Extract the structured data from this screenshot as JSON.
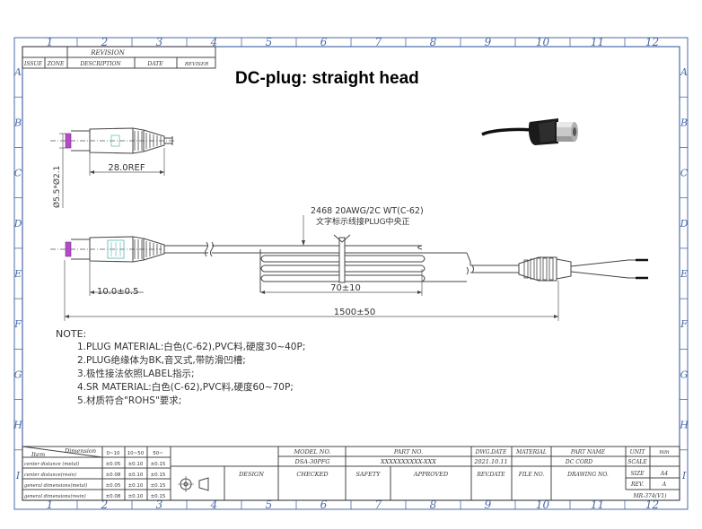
{
  "title": "DC-plug: straight head",
  "frame": {
    "cols": [
      "1",
      "2",
      "3",
      "4",
      "5",
      "6",
      "7",
      "8",
      "9",
      "10",
      "11",
      "12"
    ],
    "rows": [
      "A",
      "B",
      "C",
      "D",
      "E",
      "F",
      "G",
      "H",
      "I"
    ]
  },
  "revision": {
    "header": "REVISION",
    "cols": [
      "ISSUE",
      "ZONE",
      "DESCRIPTION",
      "DATE",
      "REVISER"
    ]
  },
  "dims": {
    "diameter": "Ø5.5*Ø2.1",
    "ref": "28.0REF",
    "d10": "10.0±0.5",
    "d70": "70±10",
    "d1500": "1500±50"
  },
  "cable": {
    "spec": "2468 20AWG/2C WT(C-62)",
    "note": "文字标示线接PLUG中央正"
  },
  "notes": {
    "heading": "NOTE:",
    "items": [
      "1.PLUG MATERIAL:白色(C-62),PVC料,硬度30~40P;",
      "2.PLUG绝缘体为BK,音叉式,带防滑凹槽;",
      "3.极性接法依照LABEL指示;",
      "4.SR MATERIAL:白色(C-62),PVC料,硬度60~70P;",
      "5.材质符合\"ROHS\"要求;"
    ]
  },
  "tolerance": {
    "item": "Item",
    "dimension": "Dimension",
    "ranges": [
      "0~10",
      "10~50",
      "50~"
    ],
    "rows": [
      {
        "label": "center distance (metal)",
        "vals": [
          "±0.05",
          "±0.10",
          "±0.15"
        ]
      },
      {
        "label": "center distance(resin)",
        "vals": [
          "±0.08",
          "±0.10",
          "±0.15"
        ]
      },
      {
        "label": "general dimensions(metal)",
        "vals": [
          "±0.05",
          "±0.10",
          "±0.15"
        ]
      },
      {
        "label": "general dimensions(resin)",
        "vals": [
          "±0.08",
          "±0.10",
          "±0.15"
        ]
      }
    ]
  },
  "titleblock": {
    "model_no_label": "MODEL NO.",
    "model_no": "DSA-30PFG",
    "part_no_label": "PART NO.",
    "part_no": "XXXXXXXXXX-XXX",
    "dwg_date_label": "DWG.DATE",
    "dwg_date": "2021.10.11",
    "material_label": "MATERIAL",
    "part_name_label": "PART NAME",
    "part_name": "DC CORD",
    "unit_label": "UNIT",
    "unit": "mm",
    "scale_label": "SCALE",
    "design_label": "DESIGN",
    "checked_label": "CHECKED",
    "safety_label": "SAFETY",
    "approved_label": "APPROVED",
    "rev_date_label": "REV.DATE",
    "file_no_label": "FILE NO.",
    "drawing_no_label": "DRAWING NO.",
    "size_label": "SIZE",
    "size": "A4",
    "rev_label": "REV.",
    "rev": "A",
    "form": "MR-374(V1)"
  }
}
